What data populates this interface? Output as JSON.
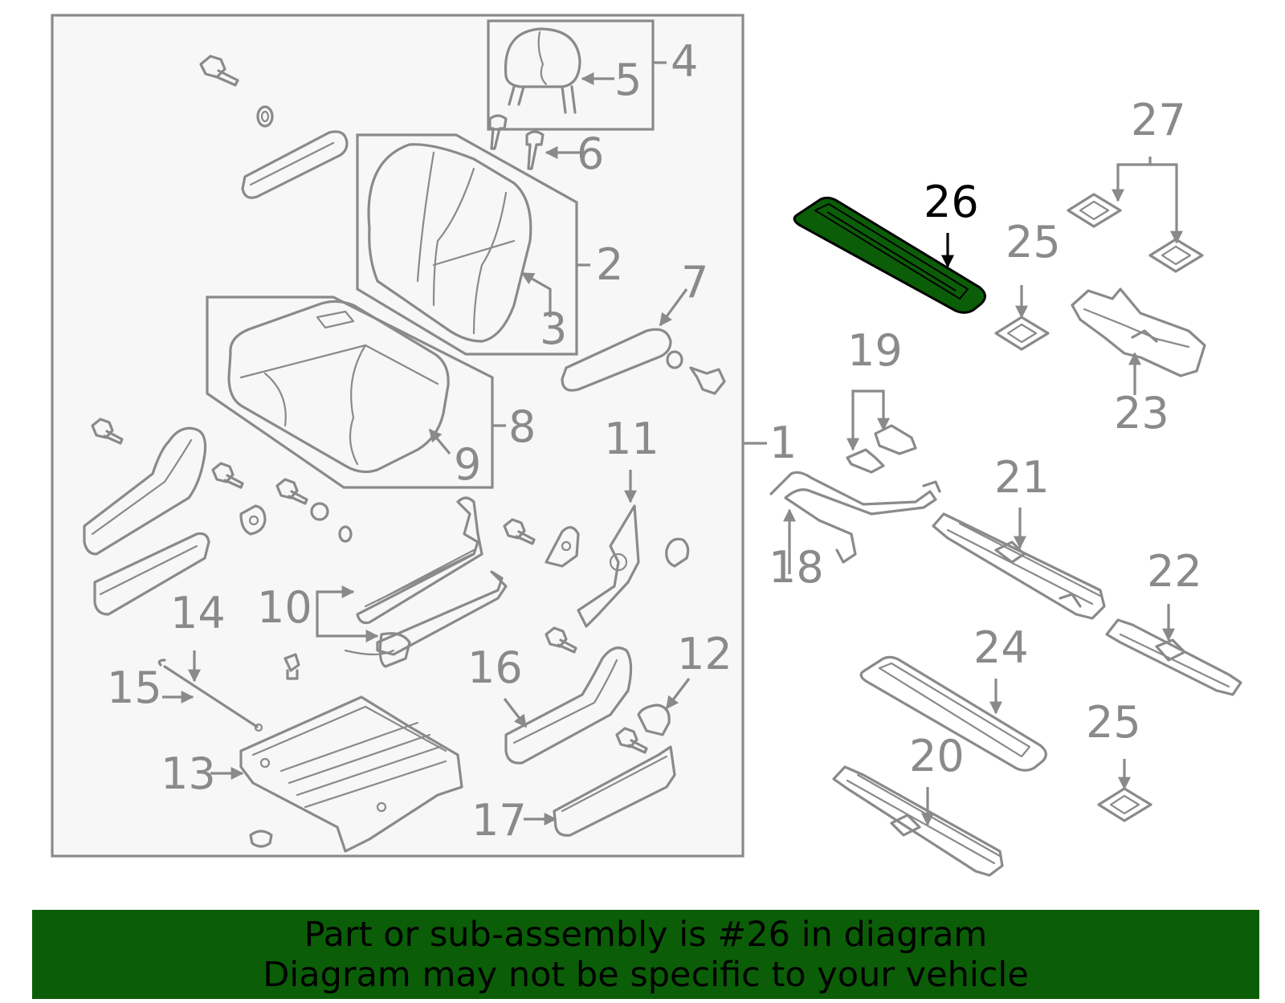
{
  "diagram": {
    "labels": {
      "l1": "1",
      "l2": "2",
      "l3": "3",
      "l4": "4",
      "l5": "5",
      "l6": "6",
      "l7": "7",
      "l8": "8",
      "l9": "9",
      "l10": "10",
      "l11": "11",
      "l12": "12",
      "l13": "13",
      "l14": "14",
      "l15": "15",
      "l16": "16",
      "l17": "17",
      "l18": "18",
      "l19": "19",
      "l20": "20",
      "l21": "21",
      "l22": "22",
      "l23": "23",
      "l24": "24",
      "l25a": "25",
      "l25b": "25",
      "l26": "26",
      "l27": "27"
    },
    "highlighted_part": "26",
    "highlight_color": "#0b5e07",
    "line_color": "#8a8a8a"
  },
  "banner": {
    "line1": "Part or sub-assembly is #26 in diagram",
    "line2": "Diagram may not be specific to your vehicle",
    "background": "#0b5e07"
  }
}
